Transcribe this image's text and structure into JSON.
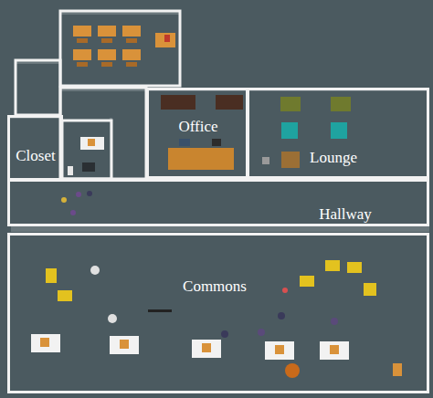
{
  "diagram": {
    "nodes": [
      {
        "text": [
          "Office"
        ]
      },
      {
        "text": [
          "Closet"
        ]
      },
      {
        "text": [
          "Lounge"
        ]
      },
      {
        "text": [
          "Hallway"
        ]
      },
      {
        "text": [
          "Commons"
        ]
      }
    ]
  }
}
